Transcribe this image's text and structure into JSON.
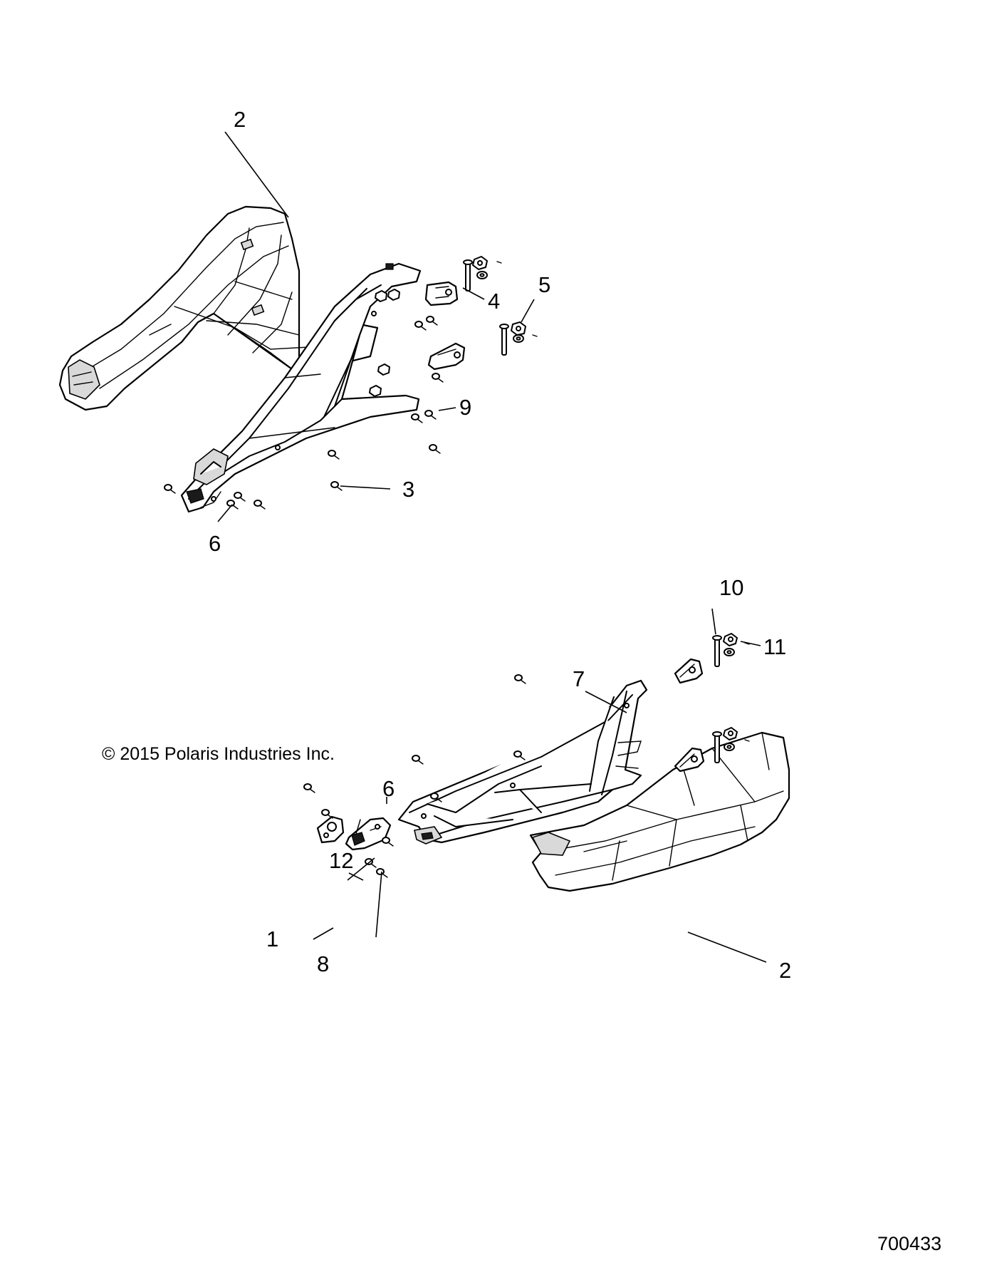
{
  "copyright": "© 2015 Polaris Industries Inc.",
  "figure_number": "700433",
  "callouts": {
    "top_panel": "2",
    "top_bracket_upper": "4",
    "top_washer": "5",
    "top_screw_right": "9",
    "top_screw_center": "3",
    "top_screw_left": "6",
    "bottom_bolt": "10",
    "bottom_nut": "11",
    "bottom_frame": "7",
    "bottom_screw": "6",
    "bottom_latch": "12",
    "bottom_striker": "1",
    "bottom_bolt_small": "8",
    "bottom_panel": "2"
  }
}
